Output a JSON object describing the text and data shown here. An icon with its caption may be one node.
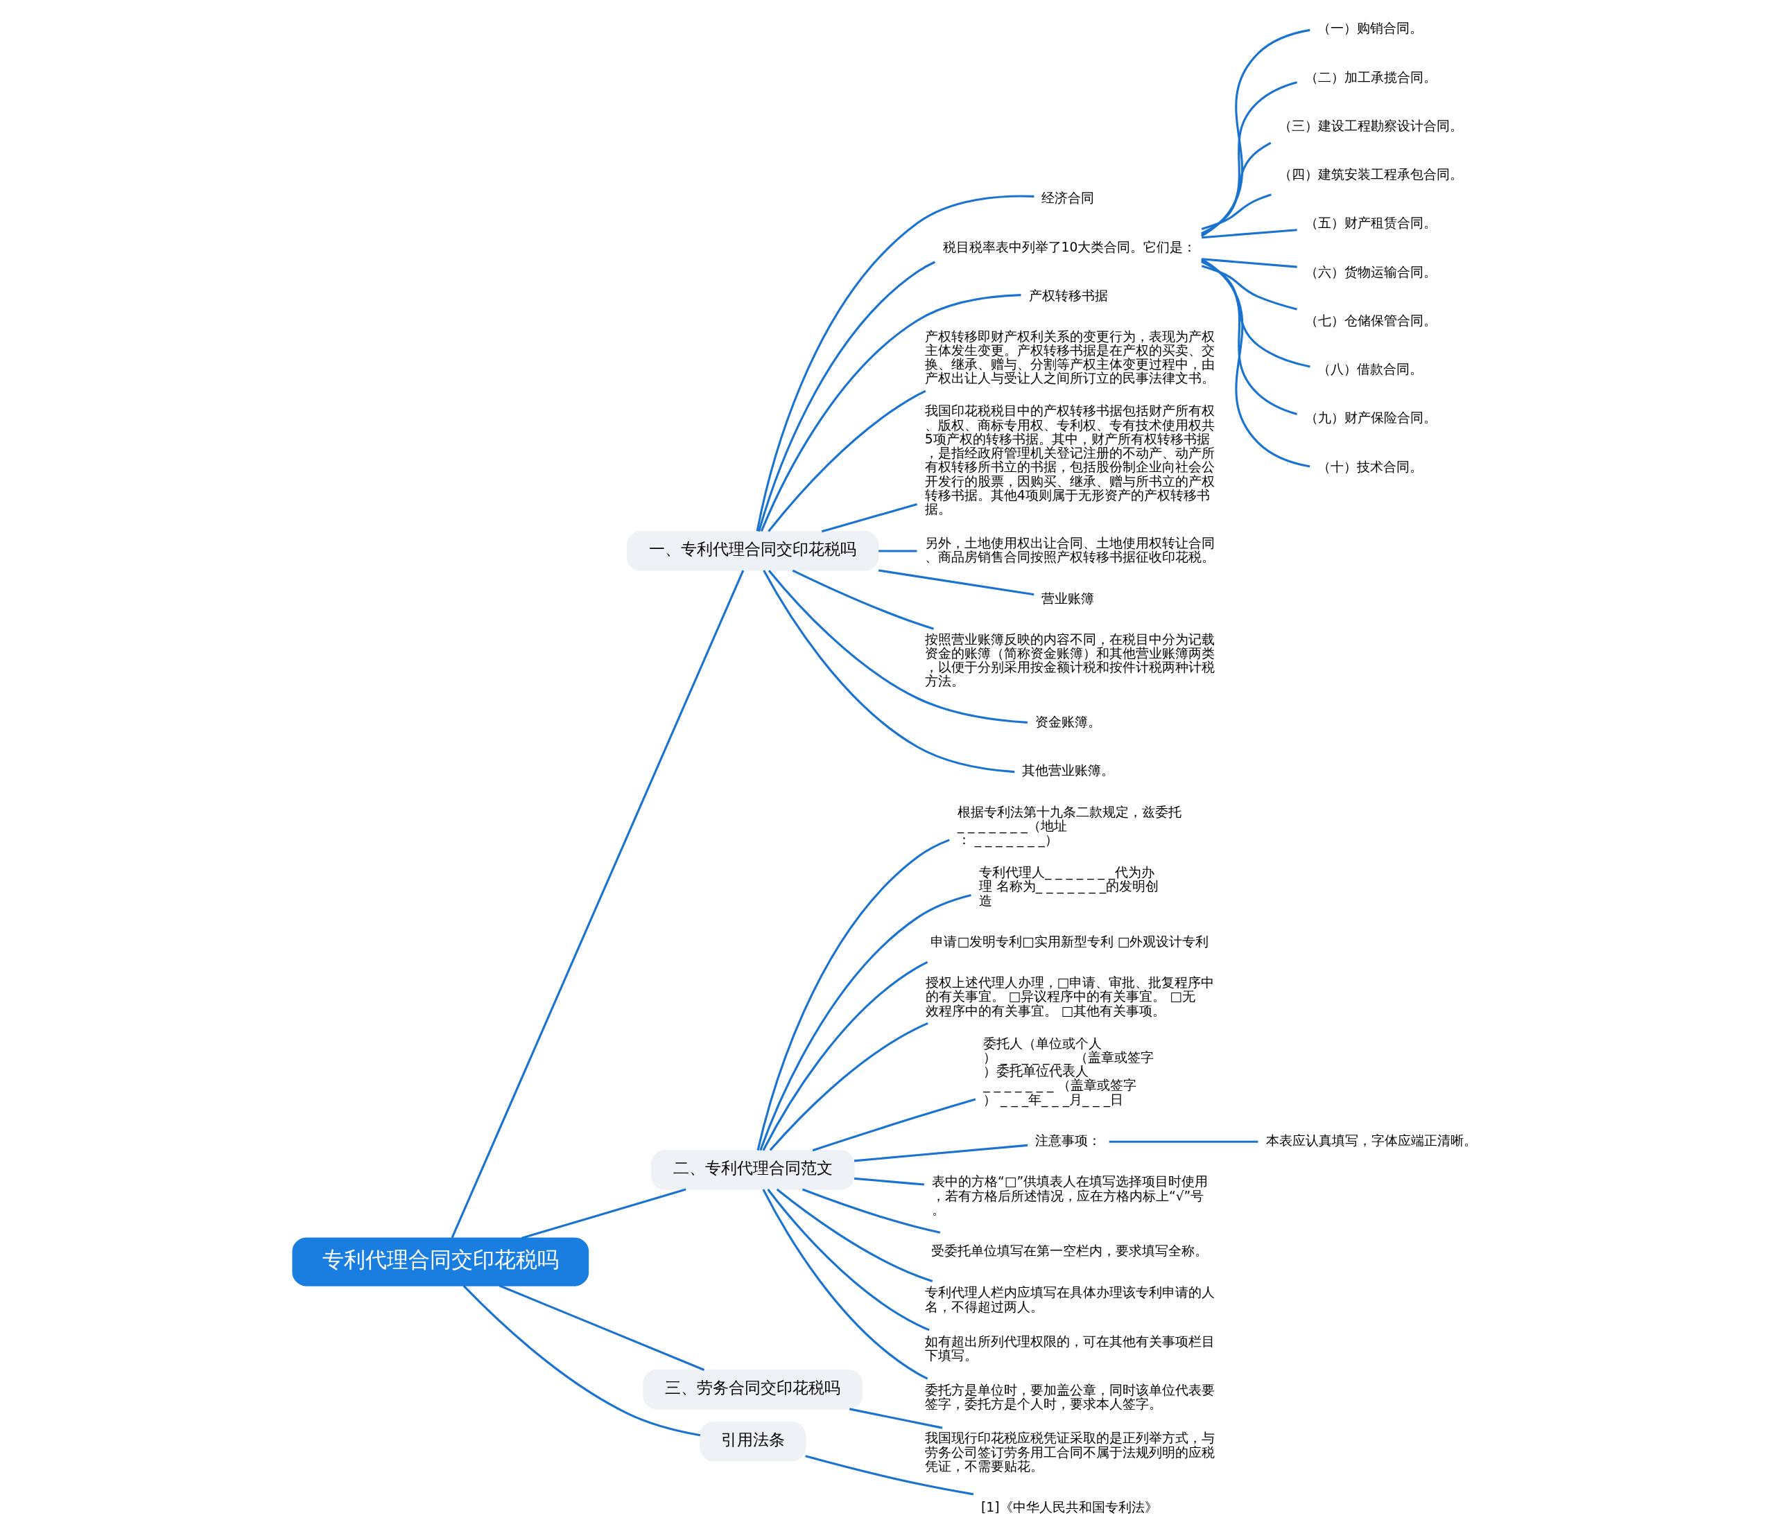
{
  "diagram": {
    "nodes": [
      {
        "text": [
          "专利代理合同交印花税吗"
        ]
      },
      {
        "text": [
          "一、专利代理合同交印花税吗"
        ]
      },
      {
        "text": [
          "经济合同"
        ]
      },
      {
        "text": [
          "税目税率表中列举了10大类合同。它们是："
        ]
      },
      {
        "text": [
          "（一）购销合同。"
        ]
      },
      {
        "text": [
          "（二）加工承揽合同。"
        ]
      },
      {
        "text": [
          "（三）建设工程勘察设计合同。"
        ]
      },
      {
        "text": [
          "（四）建筑安装工程承包合同。"
        ]
      },
      {
        "text": [
          "（五）财产租赁合同。"
        ]
      },
      {
        "text": [
          "（六）货物运输合同。"
        ]
      },
      {
        "text": [
          "（七）仓储保管合同。"
        ]
      },
      {
        "text": [
          "（八）借款合同。"
        ]
      },
      {
        "text": [
          "（九）财产保险合同。"
        ]
      },
      {
        "text": [
          "（十）技术合同。"
        ]
      },
      {
        "text": [
          "产权转移书据"
        ]
      },
      {
        "text": [
          "产权转移即财产权利关系的变更行为，表现为产权主体发生变更。产权转移书据是在产权的买卖、交换、继承、赠与、分割等产权主体变更过程中，由产权出让人与受让人之间所订立的民事法律文书。"
        ]
      },
      {
        "text": [
          "我国印花税税目中的产权转移书据包括财产所有权、版权、商标专用权、专利权、专有技术使用权共5项产权的转移书据。其中，财产所有权转移书据，是指经政府管理机关登记注册的不动产、动产所有权转移所书立的书据，包括股份制企业向社会公开发行的股票，因购买、继承、赠与所书立的产权转移书据。其他4项则属于无形资产的产权转移书据。"
        ]
      },
      {
        "text": [
          "另外，土地使用权出让合同、土地使用权转让合同、商品房销售合同按照产权转移书据征收印花税。"
        ]
      },
      {
        "text": [
          "营业账簿"
        ]
      },
      {
        "text": [
          "按照营业账簿反映的内容不同，在税目中分为记载资金的账簿（简称资金账簿）和其他营业账簿两类，以便于分别采用按金额计税和按件计税两种计税方法。"
        ]
      },
      {
        "text": [
          "资金账簿。"
        ]
      },
      {
        "text": [
          "其他营业账簿。"
        ]
      },
      {
        "text": [
          "二、专利代理合同范文"
        ]
      },
      {
        "text": [
          "根据专利法第十九条二款规定，兹委托_ _ _ _ _ _ _（地址： _ _ _ _ _ _ _）"
        ]
      },
      {
        "text": [
          "专利代理人_ _ _ _ _ _ _代为办理 名称为_ _ _ _ _ _ _的发明创造"
        ]
      },
      {
        "text": [
          "申请□发明专利□实用新型专利 □外观设计专利"
        ]
      },
      {
        "text": [
          "授权上述代理人办理，□申请、审批、批复程序中的有关事宜。 □异议程序中的有关事宜。 □无效程序中的有关事宜。 □其他有关事项。"
        ]
      },
      {
        "text": [
          "委托人（单位或个人） _ _ _ _ _ _ _ （盖章或签字）委托单位代表人_ _ _ _ _ _ _ （盖章或签字） _ _ _年_ _ _月_ _ _日"
        ]
      },
      {
        "text": [
          "注意事项："
        ]
      },
      {
        "text": [
          "本表应认真填写，字体应端正清晰。"
        ]
      },
      {
        "text": [
          "表中的方格“□”供填表人在填写选择项目时使用，若有方格后所述情况，应在方格内标上“√”号。"
        ]
      },
      {
        "text": [
          "受委托单位填写在第一空栏内，要求填写全称。"
        ]
      },
      {
        "text": [
          "专利代理人栏内应填写在具体办理该专利申请的人名，不得超过两人。"
        ]
      },
      {
        "text": [
          "如有超出所列代理权限的，可在其他有关事项栏目下填写。"
        ]
      },
      {
        "text": [
          "委托方是单位时，要加盖公章，同时该单位代表要签字，委托方是个人时，要求本人签字。"
        ]
      },
      {
        "text": [
          "三、劳务合同交印花税吗"
        ]
      },
      {
        "text": [
          "我国现行印花税应税凭证采取的是正列举方式，与劳务公司签订劳务用工合同不属于法规列明的应税凭证，不需要贴花。"
        ]
      },
      {
        "text": [
          "引用法条"
        ]
      },
      {
        "text": [
          "[1]《中华人民共和国专利法》"
        ]
      }
    ],
    "edges": [
      {
        "from": 0,
        "to": 1,
        "arrow": "none"
      },
      {
        "from": 1,
        "to": 2,
        "arrow": "none"
      },
      {
        "from": 1,
        "to": 3,
        "arrow": "none"
      },
      {
        "from": 3,
        "to": 4,
        "arrow": "none"
      },
      {
        "from": 3,
        "to": 5,
        "arrow": "none"
      },
      {
        "from": 3,
        "to": 6,
        "arrow": "none"
      },
      {
        "from": 3,
        "to": 7,
        "arrow": "none"
      },
      {
        "from": 3,
        "to": 8,
        "arrow": "none"
      },
      {
        "from": 3,
        "to": 9,
        "arrow": "none"
      },
      {
        "from": 3,
        "to": 10,
        "arrow": "none"
      },
      {
        "from": 3,
        "to": 11,
        "arrow": "none"
      },
      {
        "from": 3,
        "to": 12,
        "arrow": "none"
      },
      {
        "from": 3,
        "to": 13,
        "arrow": "none"
      },
      {
        "from": 1,
        "to": 14,
        "arrow": "none"
      },
      {
        "from": 1,
        "to": 15,
        "arrow": "none"
      },
      {
        "from": 1,
        "to": 16,
        "arrow": "none"
      },
      {
        "from": 1,
        "to": 17,
        "arrow": "none"
      },
      {
        "from": 1,
        "to": 18,
        "arrow": "none"
      },
      {
        "from": 1,
        "to": 19,
        "arrow": "none"
      },
      {
        "from": 1,
        "to": 20,
        "arrow": "none"
      },
      {
        "from": 1,
        "to": 21,
        "arrow": "none"
      },
      {
        "from": 0,
        "to": 22,
        "arrow": "none"
      },
      {
        "from": 22,
        "to": 23,
        "arrow": "none"
      },
      {
        "from": 22,
        "to": 24,
        "arrow": "none"
      },
      {
        "from": 22,
        "to": 25,
        "arrow": "none"
      },
      {
        "from": 22,
        "to": 26,
        "arrow": "none"
      },
      {
        "from": 22,
        "to": 27,
        "arrow": "none"
      },
      {
        "from": 22,
        "to": 28,
        "arrow": "none"
      },
      {
        "from": 28,
        "to": 29,
        "arrow": "none"
      },
      {
        "from": 22,
        "to": 30,
        "arrow": "none"
      },
      {
        "from": 22,
        "to": 31,
        "arrow": "none"
      },
      {
        "from": 22,
        "to": 32,
        "arrow": "none"
      },
      {
        "from": 22,
        "to": 33,
        "arrow": "none"
      },
      {
        "from": 22,
        "to": 34,
        "arrow": "none"
      },
      {
        "from": 0,
        "to": 35,
        "arrow": "none"
      },
      {
        "from": 35,
        "to": 36,
        "arrow": "none"
      },
      {
        "from": 0,
        "to": 37,
        "arrow": "none"
      },
      {
        "from": 37,
        "to": 38,
        "arrow": "none"
      }
    ]
  }
}
